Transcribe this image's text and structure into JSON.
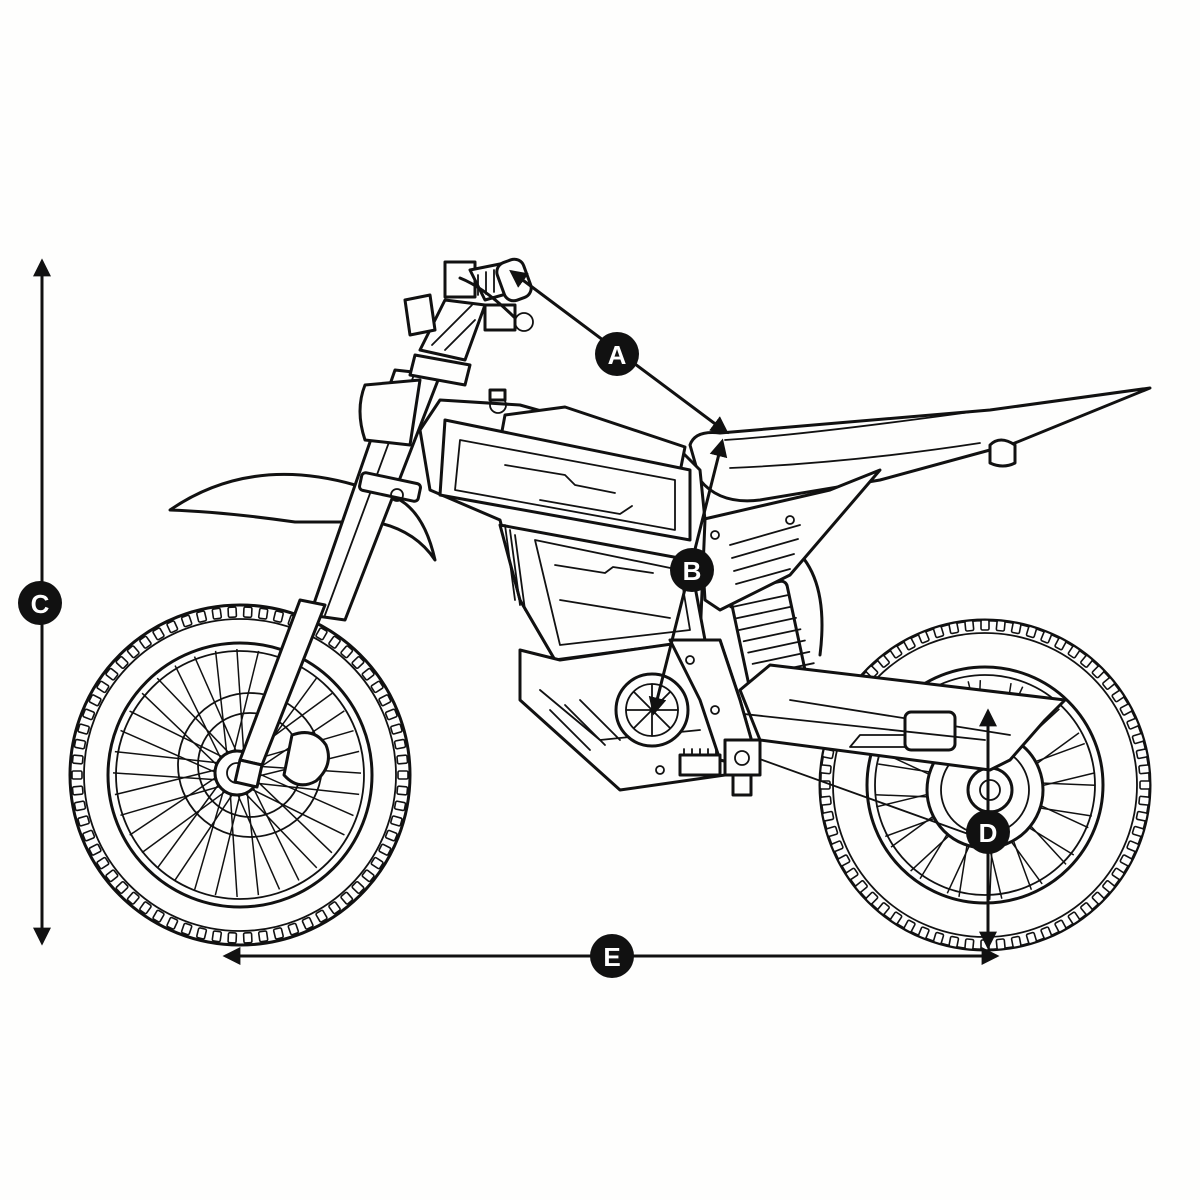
{
  "labels": {
    "a": "A",
    "b": "B",
    "c": "C",
    "d": "D",
    "e": "E"
  },
  "colors": {
    "ink": "#111111",
    "background": "#fefefd"
  }
}
